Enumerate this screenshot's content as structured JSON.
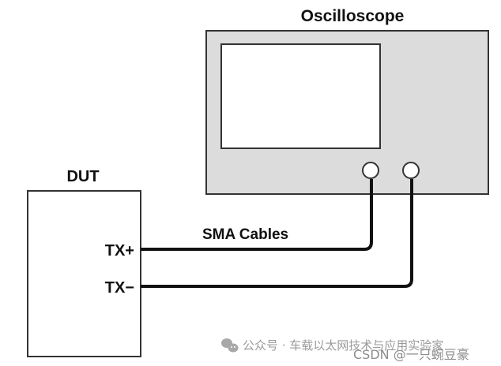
{
  "diagram": {
    "oscilloscope": {
      "title": "Oscilloscope",
      "body_color": "#dcdcdc",
      "screen_color": "#ffffff"
    },
    "dut": {
      "title": "DUT",
      "pins": [
        {
          "label": "TX+"
        },
        {
          "label": "TX−"
        }
      ]
    },
    "cables": {
      "label": "SMA Cables",
      "color": "#111111"
    },
    "watermark": {
      "wechat_text": "公众号 · 车载以太网技术与应用实验家",
      "csdn_text": "CSDN @一只蜿豆豪"
    }
  }
}
